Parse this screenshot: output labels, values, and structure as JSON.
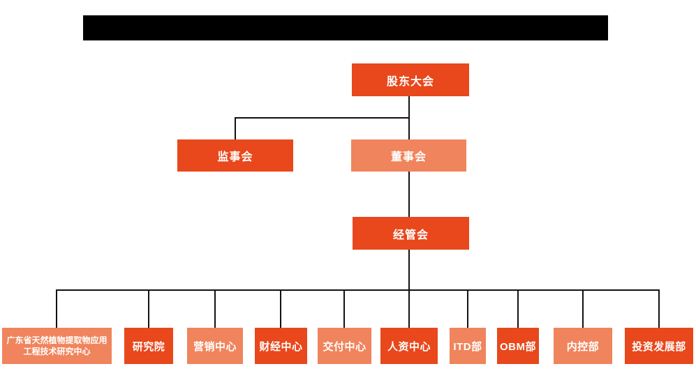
{
  "colors": {
    "primary": "#E8481C",
    "secondary": "#F0845C",
    "line": "#111111",
    "text": "#FFFFFF",
    "redaction": "#000000"
  },
  "header": {
    "redacted_title": ""
  },
  "org_chart": {
    "root": {
      "label": "股东大会",
      "variant": "primary"
    },
    "level2": [
      {
        "label": "监事会",
        "variant": "primary"
      },
      {
        "label": "董事会",
        "variant": "secondary"
      }
    ],
    "level3": [
      {
        "label": "经管会",
        "variant": "primary"
      }
    ],
    "departments": [
      {
        "label": "广东省天然植物提取物应用工程技术研究中心",
        "variant": "secondary"
      },
      {
        "label": "研究院",
        "variant": "primary"
      },
      {
        "label": "营销中心",
        "variant": "secondary"
      },
      {
        "label": "财经中心",
        "variant": "primary"
      },
      {
        "label": "交付中心",
        "variant": "secondary"
      },
      {
        "label": "人资中心",
        "variant": "primary"
      },
      {
        "label": "ITD部",
        "variant": "secondary"
      },
      {
        "label": "OBM部",
        "variant": "primary"
      },
      {
        "label": "内控部",
        "variant": "secondary"
      },
      {
        "label": "投资发展部",
        "variant": "primary"
      }
    ]
  }
}
